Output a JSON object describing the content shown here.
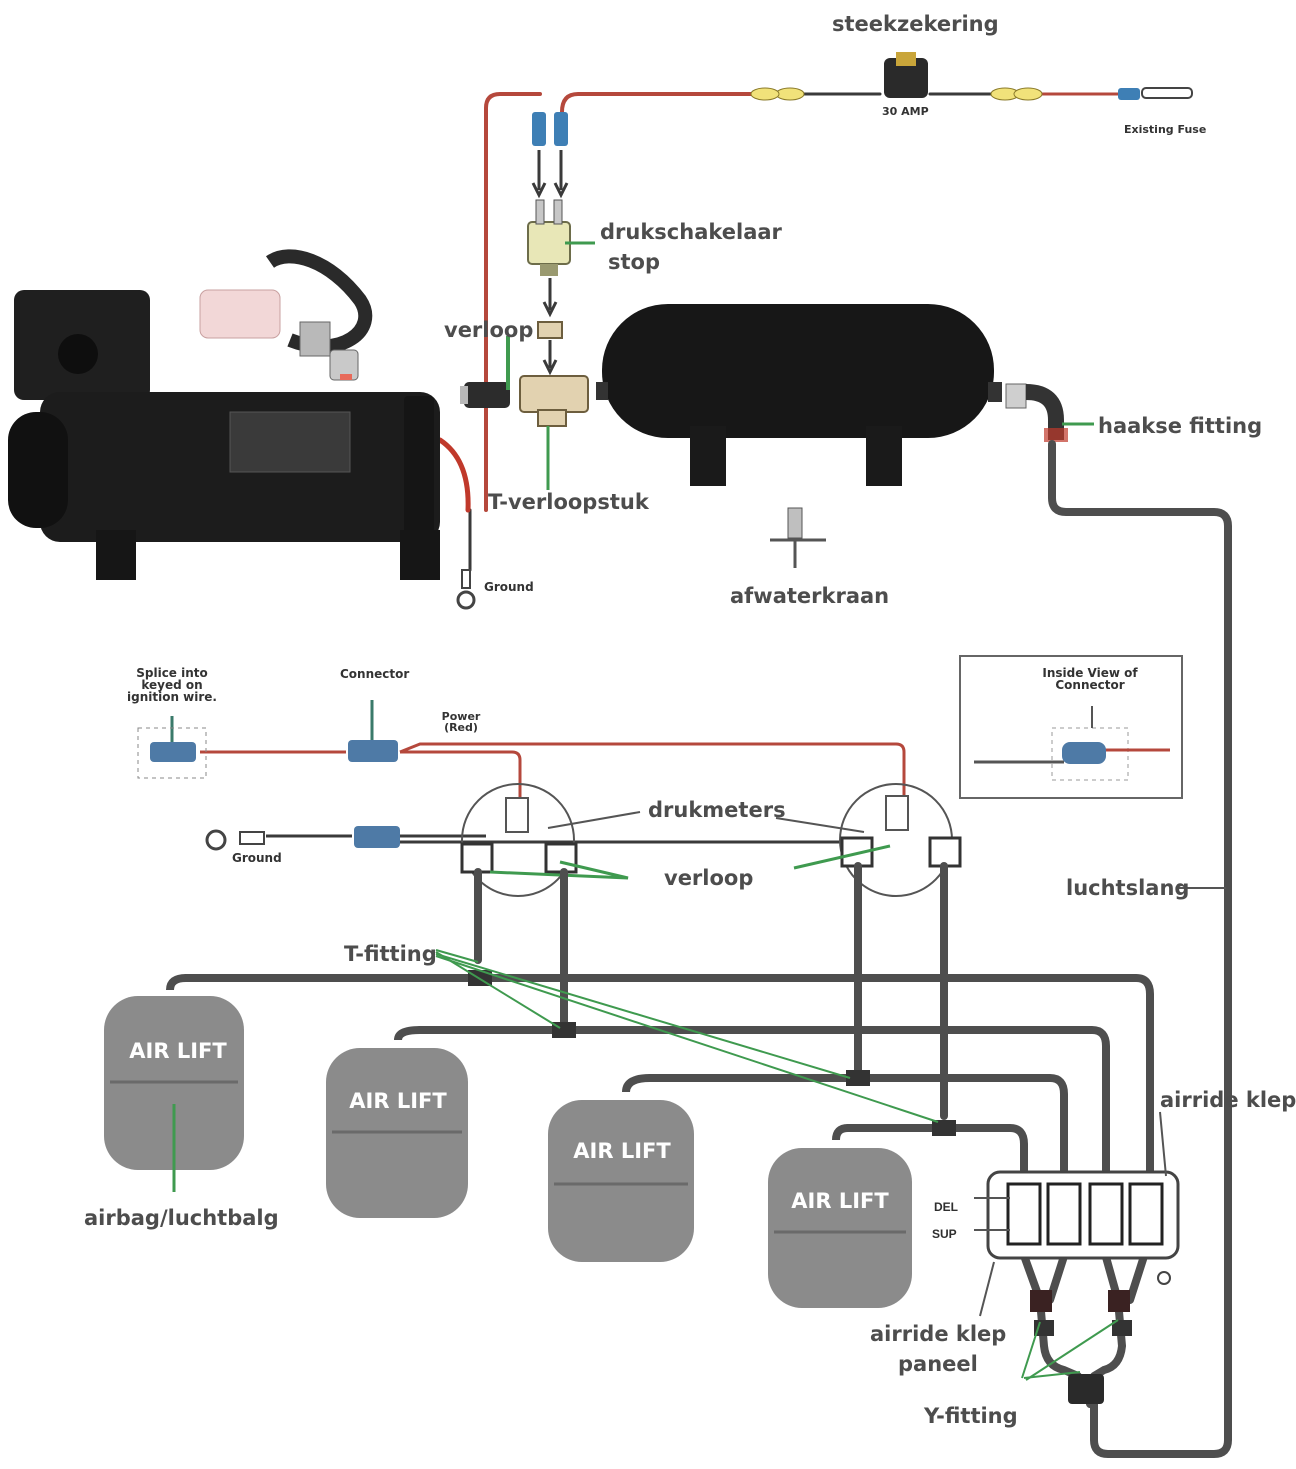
{
  "labels": {
    "fuse_holder": "steekzekering",
    "fuse_rating": "30 AMP",
    "existing_fuse": "Existing Fuse",
    "pressure_switch_1": "drukschakelaar",
    "pressure_switch_2": "stop",
    "reducer_top": "verloop",
    "t_reducer": "T-verloopstuk",
    "ground_top": "Ground",
    "elbow_fitting": "haakse fitting",
    "drain_valve": "afwaterkraan",
    "splice_ignition": "Splice into keyed on ignition wire.",
    "connector": "Connector",
    "power_red": "Power (Red)",
    "inside_view": "Inside View of Connector",
    "gauges": "drukmeters",
    "reducer_mid": "verloop",
    "ground_mid": "Ground",
    "air_hose": "luchtslang",
    "t_fitting": "T-fitting",
    "airbag": "airbag/luchtbalg",
    "airride_valve": "airride klep",
    "panel_del": "DEL",
    "panel_sup": "SUP",
    "valve_panel_1": "airride klep",
    "valve_panel_2": "paneel",
    "y_fitting": "Y-fitting",
    "airlift": [
      "AIR LIFT",
      "AIR LIFT",
      "AIR LIFT",
      "AIR LIFT"
    ]
  },
  "colors": {
    "wire_red": "#b5483c",
    "hose": "#4e4e4e",
    "leader_green": "#3f9a4f",
    "airbag_gray": "#8b8b8b",
    "label_gray": "#4d4d4d"
  }
}
